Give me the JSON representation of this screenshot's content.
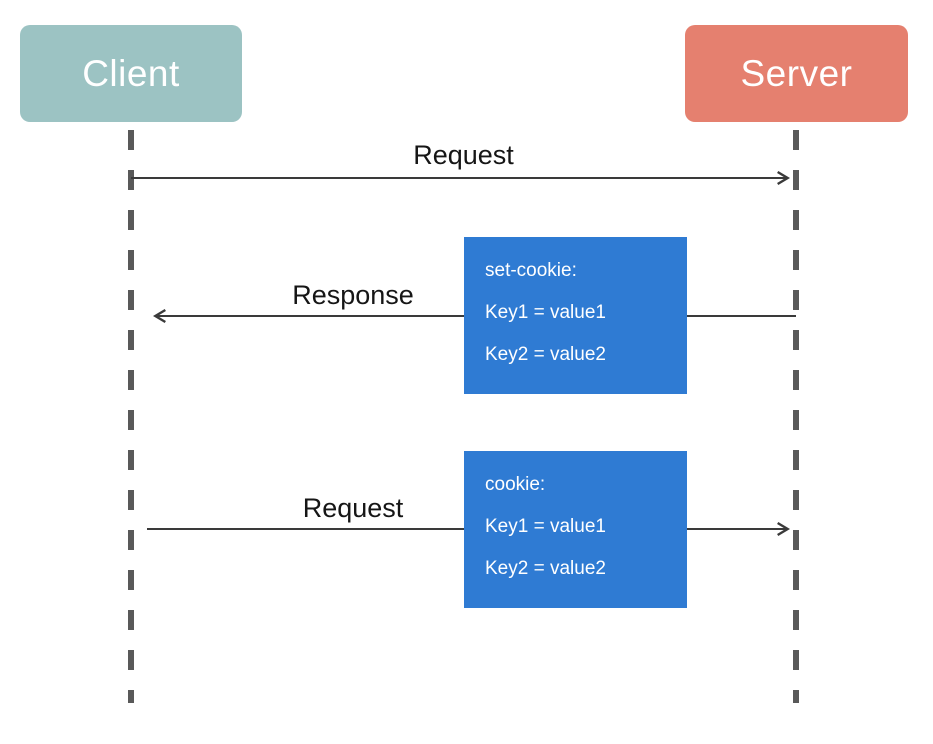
{
  "diagram": {
    "type": "sequence-diagram",
    "actors": [
      {
        "label": "Client",
        "color": "#9cc3c3"
      },
      {
        "label": "Server",
        "color": "#e5806f"
      }
    ],
    "messages": [
      {
        "label": "Request",
        "from": "Client",
        "to": "Server"
      },
      {
        "label": "Response",
        "from": "Server",
        "to": "Client"
      },
      {
        "label": "Request",
        "from": "Client",
        "to": "Server"
      }
    ],
    "notes": [
      {
        "attached_to": "Response",
        "color": "#2f7bd3",
        "lines": [
          "set-cookie:",
          "Key1 = value1",
          "Key2 = value2"
        ]
      },
      {
        "attached_to": "Request",
        "color": "#2f7bd3",
        "lines": [
          "cookie:",
          "Key1 = value1",
          "Key2 = value2"
        ]
      }
    ],
    "lifeline_color": "#595959",
    "arrow_color": "#3a3a3a"
  }
}
